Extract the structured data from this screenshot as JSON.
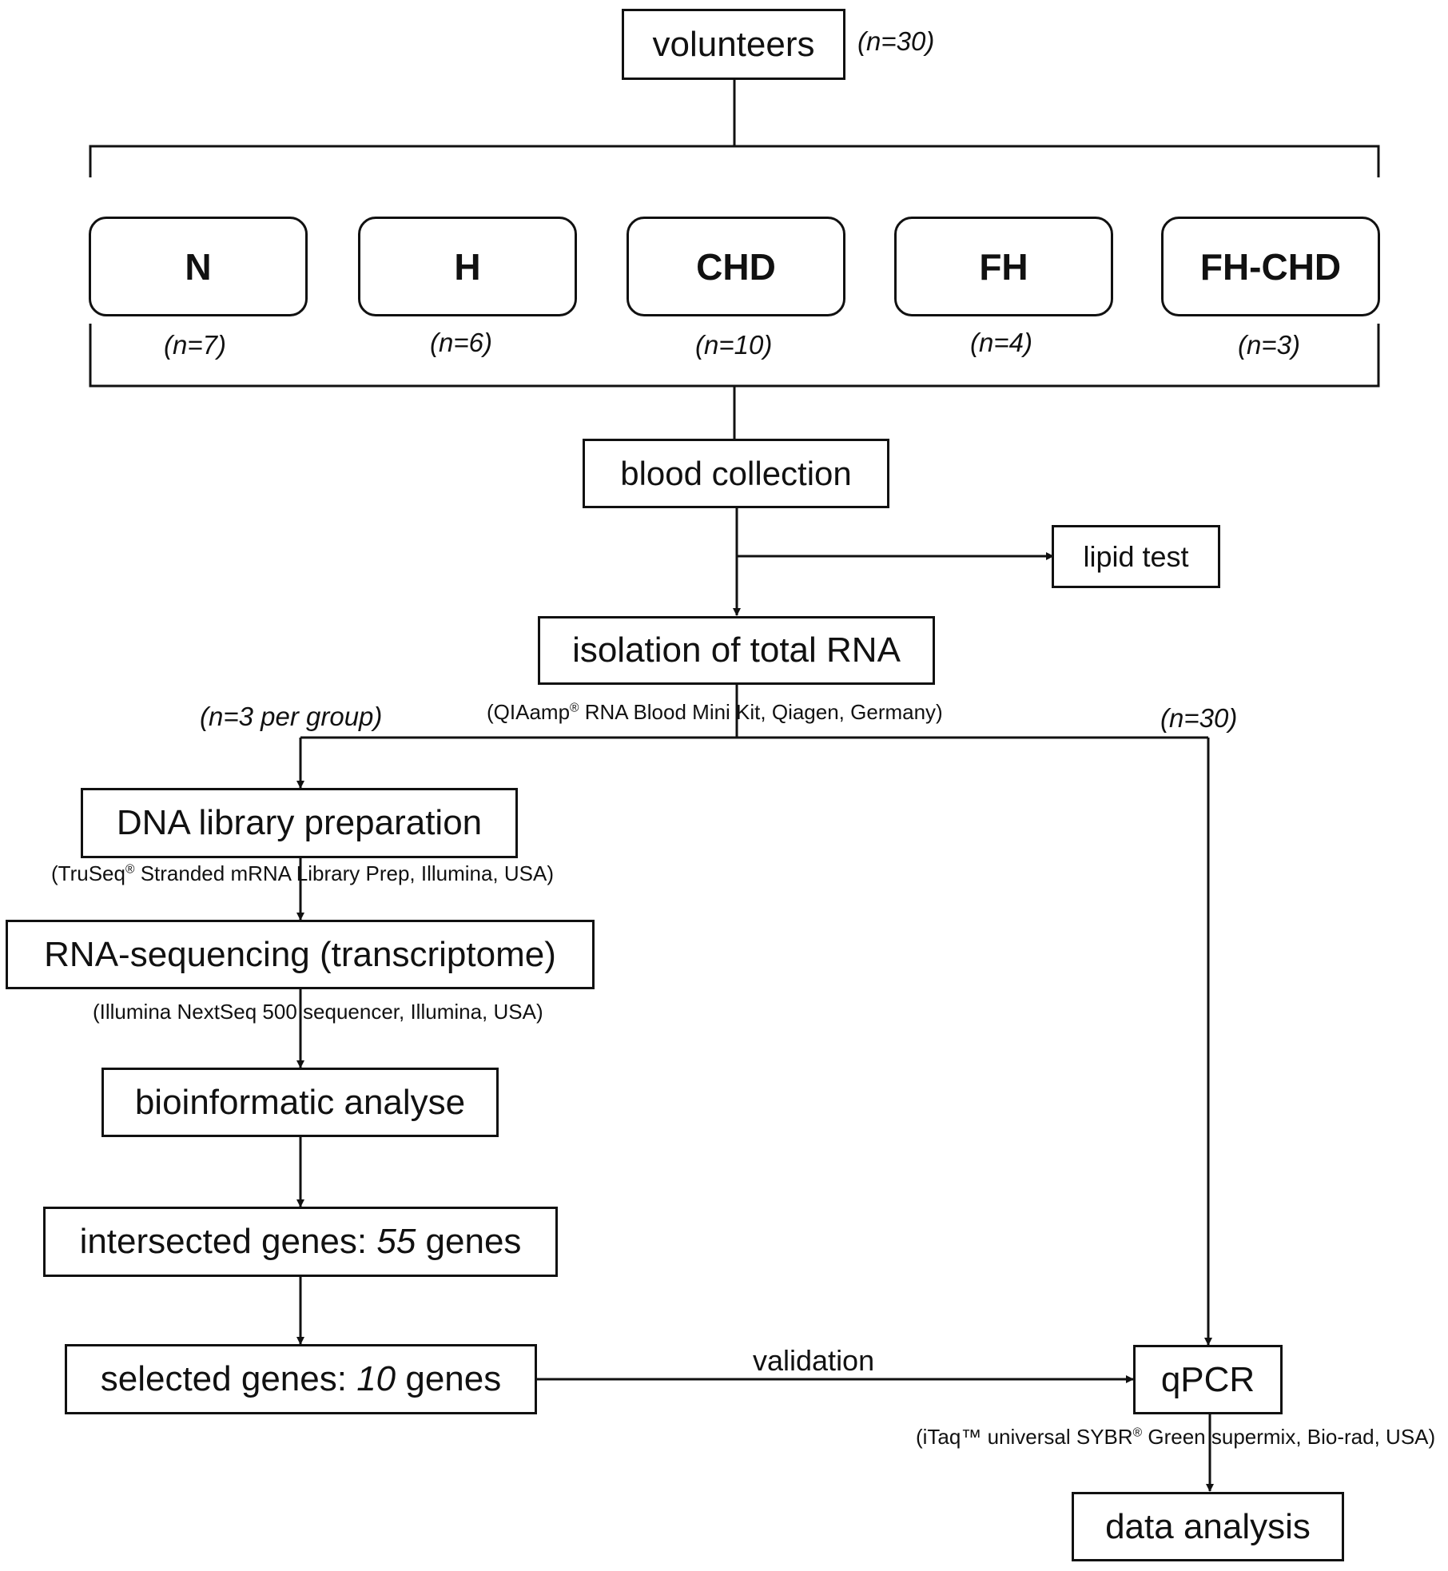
{
  "nodes": {
    "volunteers": "volunteers",
    "groups": [
      {
        "label": "N",
        "n": "(n=7)"
      },
      {
        "label": "H",
        "n": "(n=6)"
      },
      {
        "label": "CHD",
        "n": "(n=10)"
      },
      {
        "label": "FH",
        "n": "(n=4)"
      },
      {
        "label": "FH-CHD",
        "n": "(n=3)"
      }
    ],
    "blood_collection": "blood collection",
    "lipid_test": "lipid test",
    "isolation": "isolation of total RNA",
    "dna_library": "DNA library preparation",
    "rna_seq": "RNA-sequencing (transcriptome)",
    "bioinformatic": "bioinformatic analyse",
    "intersected_pre": "intersected genes: ",
    "intersected_num": "55",
    "intersected_post": " genes",
    "selected_pre": "selected genes: ",
    "selected_num": "10",
    "selected_post": " genes",
    "qpcr": "qPCR",
    "data_analysis": "data analysis"
  },
  "counts": {
    "volunteers_n": "(n=30)",
    "per_group": "(n=3 per group)",
    "qpcr_n": "(n=30)"
  },
  "notes": {
    "qiaamp_a": "(QIAamp",
    "qiaamp_sup": "®",
    "qiaamp_b": " RNA Blood Mini Kit, Qiagen, Germany)",
    "truseq_a": "(TruSeq",
    "truseq_sup": "®",
    "truseq_b": " Stranded mRNA Library Prep, Illumina, USA)",
    "nextseq": "(Illumina NextSeq 500 sequencer, Illumina, USA)",
    "itaq_a": "(iTaq™ universal SYBR",
    "itaq_sup": "®",
    "itaq_b": " Green supermix, Bio-rad, USA)"
  },
  "edges": {
    "validation": "validation"
  }
}
